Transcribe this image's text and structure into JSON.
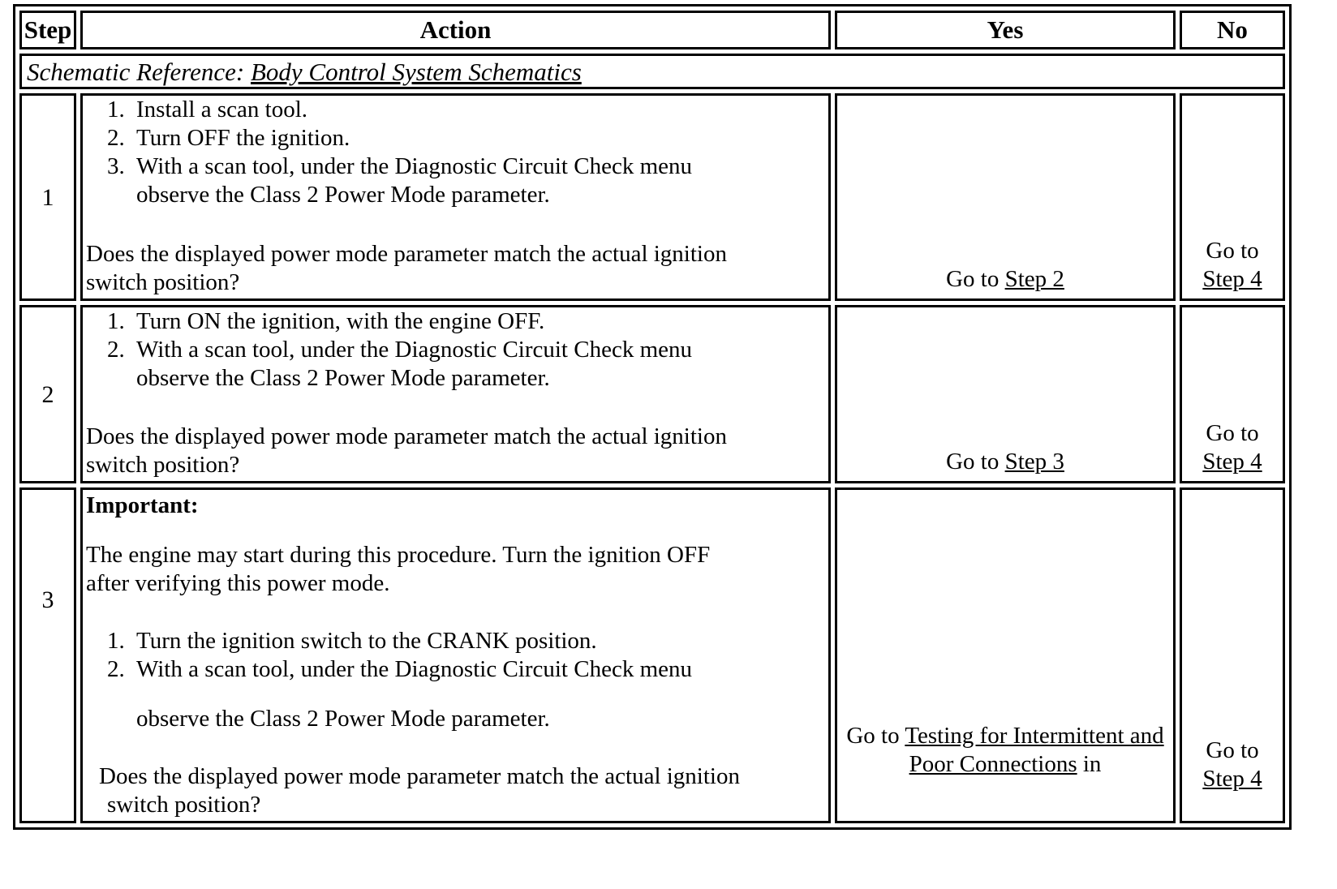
{
  "header": {
    "step": "Step",
    "action": "Action",
    "yes": "Yes",
    "no": "No"
  },
  "schematic": {
    "label": "Schematic Reference: ",
    "link": "Body Control System Schematics"
  },
  "rows": [
    {
      "step": "1",
      "action": {
        "items": [
          {
            "num": "1.",
            "lines": [
              "Install a scan tool."
            ]
          },
          {
            "num": "2.",
            "lines": [
              "Turn OFF the ignition."
            ]
          },
          {
            "num": "3.",
            "lines": [
              "With a scan tool, under the Diagnostic Circuit Check menu",
              "observe the Class 2 Power Mode parameter."
            ]
          }
        ],
        "question_lines": [
          "Does the displayed power mode parameter match the actual ignition",
          "switch position?"
        ]
      },
      "yes": {
        "prefix": "Go to ",
        "link": "Step 2",
        "suffix": ""
      },
      "no": {
        "prefix": "Go to ",
        "link": "Step 4"
      }
    },
    {
      "step": "2",
      "action": {
        "items": [
          {
            "num": "1.",
            "lines": [
              "Turn ON the ignition, with the engine OFF."
            ]
          },
          {
            "num": "2.",
            "lines": [
              "With a scan tool, under the Diagnostic Circuit Check menu",
              "observe the Class 2 Power Mode parameter."
            ]
          }
        ],
        "question_lines": [
          "Does the displayed power mode parameter match the actual ignition",
          "switch position?"
        ]
      },
      "yes": {
        "prefix": "Go to ",
        "link": "Step 3",
        "suffix": ""
      },
      "no": {
        "prefix": "Go to ",
        "link": "Step 4"
      }
    },
    {
      "step": "3",
      "action": {
        "important": "Important:",
        "note_lines": [
          "The engine may start during this procedure. Turn the ignition OFF",
          "after verifying this power mode."
        ],
        "items": [
          {
            "num": "1.",
            "lines": [
              "Turn the ignition switch to the CRANK position."
            ]
          },
          {
            "num": "2.",
            "lines": [
              "With a scan tool, under the Diagnostic Circuit Check menu"
            ]
          }
        ],
        "continuation": "observe the Class 2 Power Mode parameter.",
        "question_lines": [
          "Does the displayed power mode parameter match the actual ignition",
          "switch position?"
        ]
      },
      "yes": {
        "prefix": "Go to ",
        "link": "Testing for Intermittent and Poor Connections",
        "suffix": " in"
      },
      "no": {
        "prefix": "Go to ",
        "link": "Step 4"
      }
    }
  ]
}
